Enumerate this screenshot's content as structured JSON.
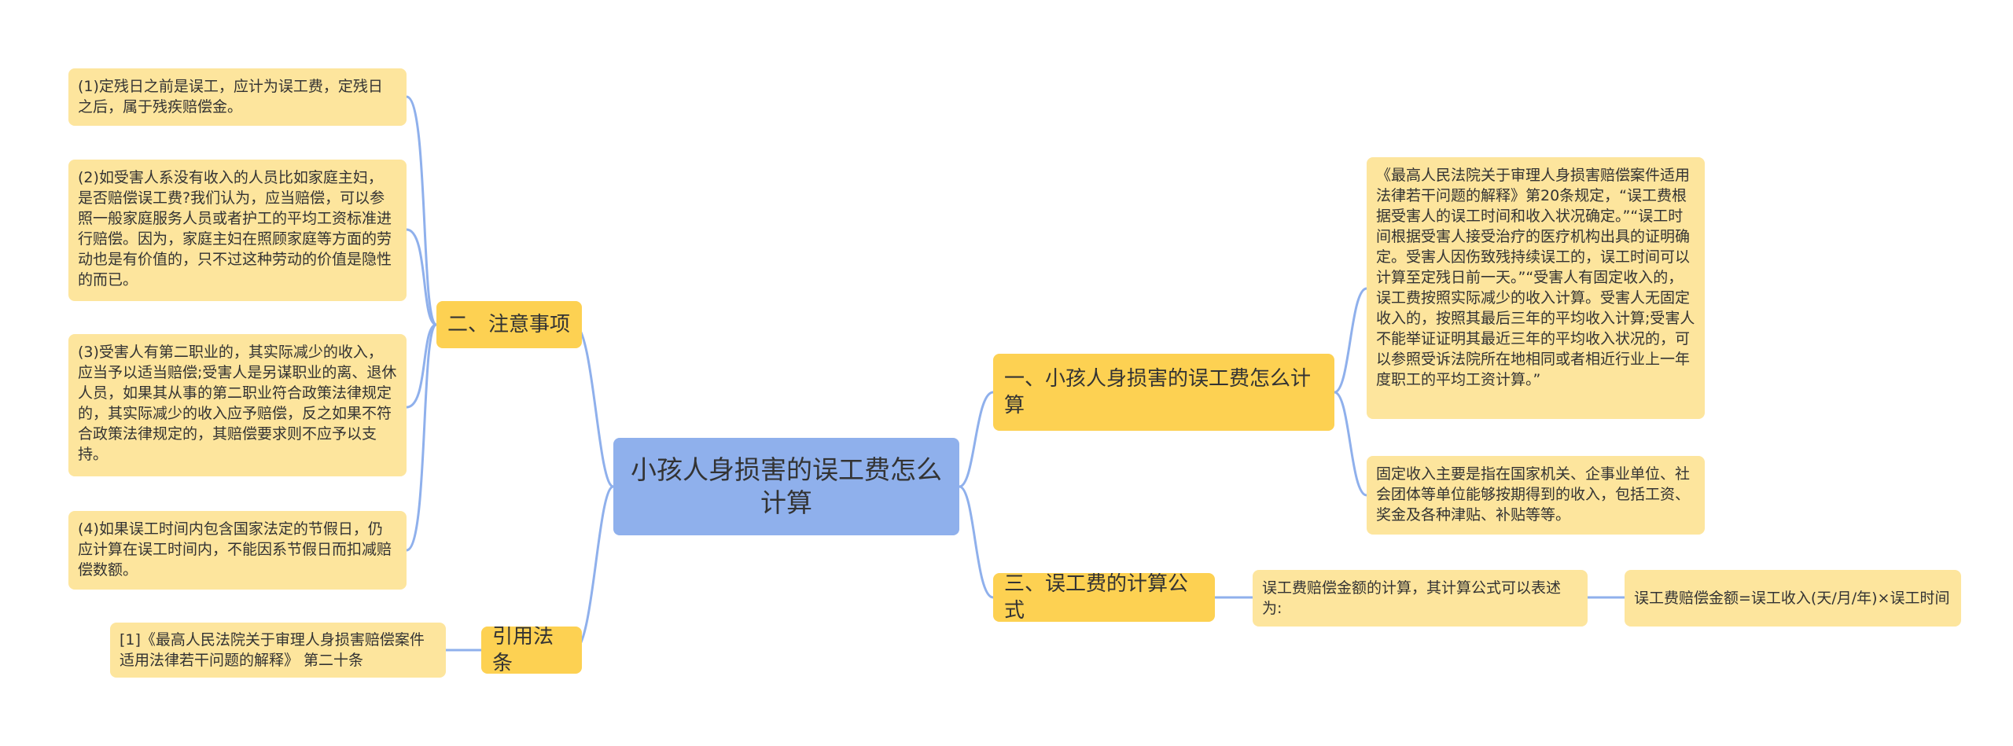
{
  "theme": {
    "root_color": "#8fb0ec",
    "branch_color": "#fdd152",
    "leaf_color": "#fde59d",
    "line_color": "#8fb0ec"
  },
  "mindmap": {
    "root": "小孩人身损害的误工费怎么计算",
    "left": {
      "notes": {
        "label": "二、注意事项",
        "items": [
          "(1)定残日之前是误工，应计为误工费，定残日之后，属于残疾赔偿金。",
          "(2)如受害人系没有收入的人员比如家庭主妇，是否赔偿误工费?我们认为，应当赔偿，可以参照一般家庭服务人员或者护工的平均工资标准进行赔偿。因为，家庭主妇在照顾家庭等方面的劳动也是有价值的，只不过这种劳动的价值是隐性的而已。",
          "(3)受害人有第二职业的，其实际减少的收入，应当予以适当赔偿;受害人是另谋职业的离、退休人员，如果其从事的第二职业符合政策法律规定的，其实际减少的收入应予赔偿，反之如果不符合政策法律规定的，其赔偿要求则不应予以支持。",
          "(4)如果误工时间内包含国家法定的节假日，仍应计算在误工时间内，不能因系节假日而扣减赔偿数额。"
        ]
      },
      "citation": {
        "label": "引用法条",
        "items": [
          "[1]《最高人民法院关于审理人身损害赔偿案件适用法律若干问题的解释》 第二十条"
        ]
      }
    },
    "right": {
      "how": {
        "label": "一、小孩人身损害的误工费怎么计算",
        "items": [
          "《最高人民法院关于审理人身损害赔偿案件适用法律若干问题的解释》第20条规定，“误工费根据受害人的误工时间和收入状况确定。”“误工时间根据受害人接受治疗的医疗机构出具的证明确定。受害人因伤致残持续误工的，误工时间可以计算至定残日前一天。”“受害人有固定收入的，误工费按照实际减少的收入计算。受害人无固定收入的，按照其最后三年的平均收入计算;受害人不能举证证明其最近三年的平均收入状况的，可以参照受诉法院所在地相同或者相近行业上一年度职工的平均工资计算。”",
          "固定收入主要是指在国家机关、企事业单位、社会团体等单位能够按期得到的收入，包括工资、奖金及各种津贴、补贴等等。"
        ]
      },
      "formula": {
        "label": "三、误工费的计算公式",
        "intro": "误工费赔偿金额的计算，其计算公式可以表述为:",
        "result": "误工费赔偿金额=误工收入(天/月/年)×误工时间"
      }
    }
  }
}
